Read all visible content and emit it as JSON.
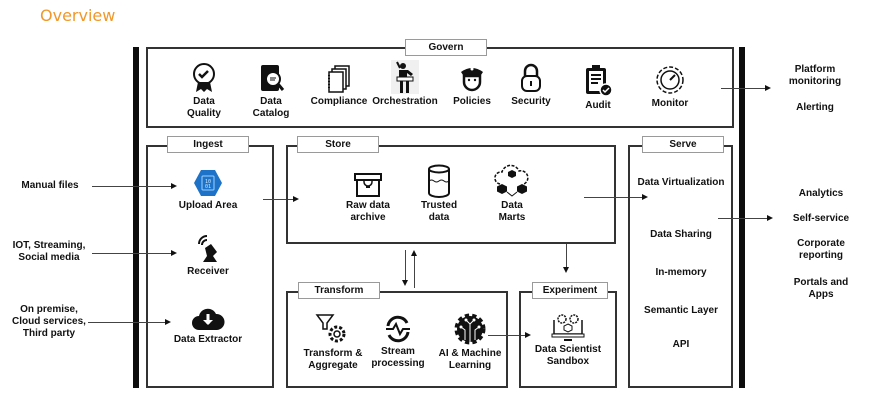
{
  "title": "Overview",
  "govern": {
    "label": "Govern",
    "items": [
      {
        "label": "Data Quality",
        "icon": "badge-check-icon"
      },
      {
        "label": "Data Catalog",
        "icon": "catalog-search-icon"
      },
      {
        "label": "Compliance",
        "icon": "documents-icon"
      },
      {
        "label": "Orchestration",
        "icon": "conductor-icon"
      },
      {
        "label": "Policies",
        "icon": "police-officer-icon"
      },
      {
        "label": "Security",
        "icon": "padlock-icon"
      },
      {
        "label": "Audit",
        "icon": "clipboard-check-icon"
      },
      {
        "label": "Monitor",
        "icon": "gauge-gear-icon"
      }
    ],
    "outputs": [
      "Platform monitoring",
      "Alerting"
    ]
  },
  "ingest": {
    "label": "Ingest",
    "sources": [
      "Manual files",
      "IOT, Streaming, Social media",
      "On premise, Cloud services, Third party"
    ],
    "items": [
      {
        "label": "Upload Area",
        "icon": "upload-hexagon-icon",
        "color": "#1e73c8"
      },
      {
        "label": "Receiver",
        "icon": "satellite-dish-icon"
      },
      {
        "label": "Data Extractor",
        "icon": "cloud-download-icon"
      }
    ]
  },
  "store": {
    "label": "Store",
    "items": [
      {
        "label": "Raw data archive",
        "icon": "archive-box-icon"
      },
      {
        "label": "Trusted data",
        "icon": "database-cylinder-icon"
      },
      {
        "label": "Data Marts",
        "icon": "cloud-cubes-icon"
      }
    ]
  },
  "transform": {
    "label": "Transform",
    "items": [
      {
        "label": "Transform & Aggregate",
        "icon": "funnel-gear-icon"
      },
      {
        "label": "Stream processing",
        "icon": "stream-cycle-icon"
      },
      {
        "label": "AI & Machine Learning",
        "icon": "ai-gear-icon"
      }
    ]
  },
  "experiment": {
    "label": "Experiment",
    "items": [
      {
        "label": "Data Scientist Sandbox",
        "icon": "monitor-cubes-icon"
      }
    ]
  },
  "serve": {
    "label": "Serve",
    "items": [
      "Data Virtualization",
      "Data Sharing",
      "In-memory",
      "Semantic Layer",
      "API"
    ],
    "outputs": [
      "Analytics",
      "Self-service",
      "Corporate reporting",
      "Portals and Apps"
    ]
  },
  "colors": {
    "title": "#f0982a",
    "upload": "#1e73c8"
  }
}
